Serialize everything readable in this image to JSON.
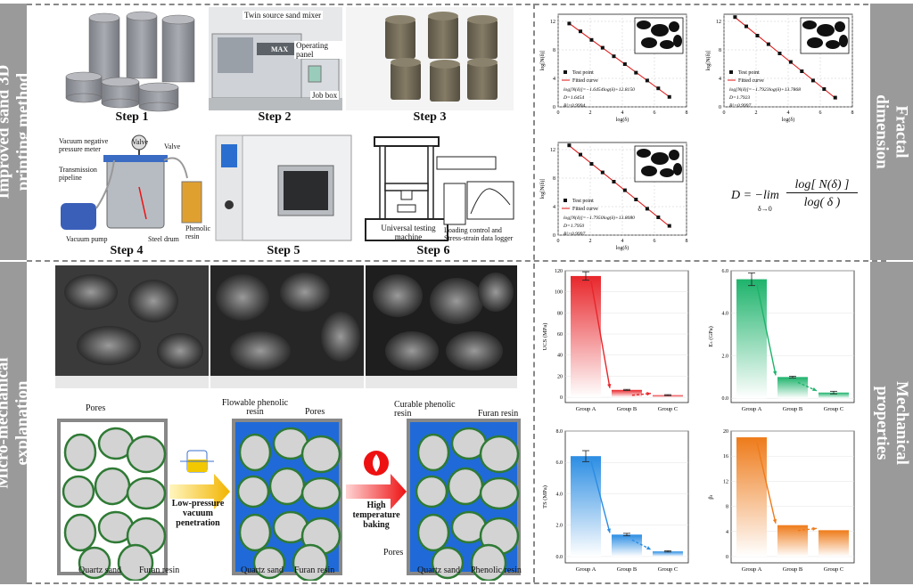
{
  "side_labels": {
    "left_top": [
      "Improved sand 3D",
      "printing method"
    ],
    "left_bottom": [
      "Micro-mechanical",
      "explanation"
    ],
    "right_top": [
      "Fractal",
      "dimension"
    ],
    "right_bottom": [
      "Mechanical",
      "properties"
    ]
  },
  "steps": [
    "Step 1",
    "Step 2",
    "Step 3",
    "Step 4",
    "Step 5",
    "Step 6"
  ],
  "step2_labels": {
    "mixer": "Twin source sand mixer",
    "panel": "Operating panel",
    "box": "Job box"
  },
  "step4_labels": {
    "meter": "Vacuum negative pressure meter",
    "valve1": "Valve",
    "valve2": "Valve",
    "pipe": "Transmission pipeline",
    "pump": "Vacuum pump",
    "drum": "Steel drum",
    "resin": "Phenolic resin"
  },
  "step6_labels": {
    "machine": "Universal testing machine",
    "logger": "Loading control and Stress-strain data logger"
  },
  "micro": {
    "p1_pores": "Pores",
    "p1_quartz": "Quartz sand",
    "p1_furan": "Furan resin",
    "arrow1": [
      "Low-pressure",
      "vacuum",
      "penetration"
    ],
    "p2_flow": [
      "Flowable phenolic",
      "resin"
    ],
    "p2_pores": "Pores",
    "p2_quartz": "Quartz sand",
    "p2_furan": "Furan resin",
    "arrow2": [
      "High",
      "temperature",
      "baking"
    ],
    "p3_cure": [
      "Curable phenolic",
      "resin"
    ],
    "p3_furan": "Furan resin",
    "p3_pores": "Pores",
    "p3_quartz": "Quartz sand",
    "p3_phenolic": "Phenolic resin"
  },
  "formula": {
    "lhs": "D = −lim",
    "sub": "δ→0",
    "num": "log[ N(δ) ]",
    "den": "log( δ )"
  },
  "chart_data": [
    {
      "type": "scatter",
      "panel": "fractal-A",
      "xlabel": "log(δ)",
      "ylabel": "log[N(δ)]",
      "xlim": [
        0,
        8
      ],
      "ylim": [
        0,
        13
      ],
      "xticks": [
        "0",
        "2",
        "4",
        "6",
        "8"
      ],
      "yticks": [
        "0",
        "4",
        "8",
        "12"
      ],
      "x": [
        0.69,
        1.39,
        2.08,
        2.77,
        3.47,
        4.16,
        4.85,
        5.55,
        6.24,
        6.93
      ],
      "y": [
        11.7,
        10.6,
        9.4,
        8.3,
        7.1,
        6.0,
        4.8,
        3.7,
        2.6,
        1.4
      ],
      "legend": [
        "Test point",
        "Fitted curve"
      ],
      "annotations": [
        "log[N(δ)]=−1.6454log(δ)+12.8150",
        "D=1.6454",
        "R²=0.9994"
      ]
    },
    {
      "type": "scatter",
      "panel": "fractal-B",
      "xlabel": "log(δ)",
      "ylabel": "log[N(δ)]",
      "xlim": [
        0,
        8
      ],
      "ylim": [
        0,
        13
      ],
      "xticks": [
        "0",
        "2",
        "4",
        "6",
        "8"
      ],
      "yticks": [
        "0",
        "4",
        "8",
        "12"
      ],
      "x": [
        0.69,
        1.39,
        2.08,
        2.77,
        3.47,
        4.16,
        4.85,
        5.55,
        6.24,
        6.93
      ],
      "y": [
        12.6,
        11.3,
        10.0,
        8.8,
        7.5,
        6.3,
        5.0,
        3.7,
        2.5,
        1.3
      ],
      "legend": [
        "Test point",
        "Fitted curve"
      ],
      "annotations": [
        "log[N(δ)]=−1.7923log(δ)+13.7868",
        "D=1.7923",
        "R²=0.9997"
      ]
    },
    {
      "type": "scatter",
      "panel": "fractal-C",
      "xlabel": "log(δ)",
      "ylabel": "log[N(δ)]",
      "xlim": [
        0,
        8
      ],
      "ylim": [
        0,
        13
      ],
      "xticks": [
        "0",
        "2",
        "4",
        "6",
        "8"
      ],
      "yticks": [
        "0",
        "4",
        "8",
        "12"
      ],
      "x": [
        0.69,
        1.39,
        2.08,
        2.77,
        3.47,
        4.16,
        4.85,
        5.55,
        6.24,
        6.93
      ],
      "y": [
        12.6,
        11.3,
        10.0,
        8.8,
        7.5,
        6.3,
        5.0,
        3.7,
        2.5,
        1.3
      ],
      "legend": [
        "Test point",
        "Fitted curve"
      ],
      "annotations": [
        "log[N(δ)]=−1.7950log(δ)+13.8080",
        "D=1.7950",
        "R²=0.9997"
      ]
    },
    {
      "type": "bar",
      "panel": "ucs",
      "ylabel": "UCS (MPa)",
      "categories": [
        "Group A",
        "Group B",
        "Group C"
      ],
      "values": [
        115,
        7,
        2
      ],
      "errors": [
        4,
        0.5,
        0.5
      ],
      "ylim": [
        -5,
        120
      ],
      "yticks": [
        "0",
        "20",
        "40",
        "60",
        "80",
        "100",
        "120"
      ],
      "color": "#e8262b"
    },
    {
      "type": "bar",
      "panel": "modulus",
      "ylabel": "Eₛ (GPa)",
      "categories": [
        "Group A",
        "Group B",
        "Group C"
      ],
      "values": [
        5.6,
        1.0,
        0.27
      ],
      "errors": [
        0.3,
        0.04,
        0.06
      ],
      "ylim": [
        -0.2,
        6.0
      ],
      "yticks": [
        "0.0",
        "2.0",
        "4.0",
        "6.0"
      ],
      "color": "#1db36b"
    },
    {
      "type": "bar",
      "panel": "ts",
      "ylabel": "TS (MPa)",
      "categories": [
        "Group A",
        "Group B",
        "Group C"
      ],
      "values": [
        6.4,
        1.4,
        0.33
      ],
      "errors": [
        0.35,
        0.08,
        0.04
      ],
      "ylim": [
        -0.4,
        8.0
      ],
      "yticks": [
        "0.0",
        "2.0",
        "4.0",
        "6.0",
        "8.0"
      ],
      "color": "#2b8de3"
    },
    {
      "type": "bar",
      "panel": "ratio",
      "ylabel": "βₜ",
      "categories": [
        "Group A",
        "Group B",
        "Group C"
      ],
      "values": [
        19,
        5,
        4.2
      ],
      "errors": [
        0,
        0,
        0
      ],
      "ylim": [
        -1,
        20
      ],
      "yticks": [
        "0",
        "4",
        "8",
        "12",
        "16",
        "20"
      ],
      "color": "#ee7b1a"
    }
  ]
}
